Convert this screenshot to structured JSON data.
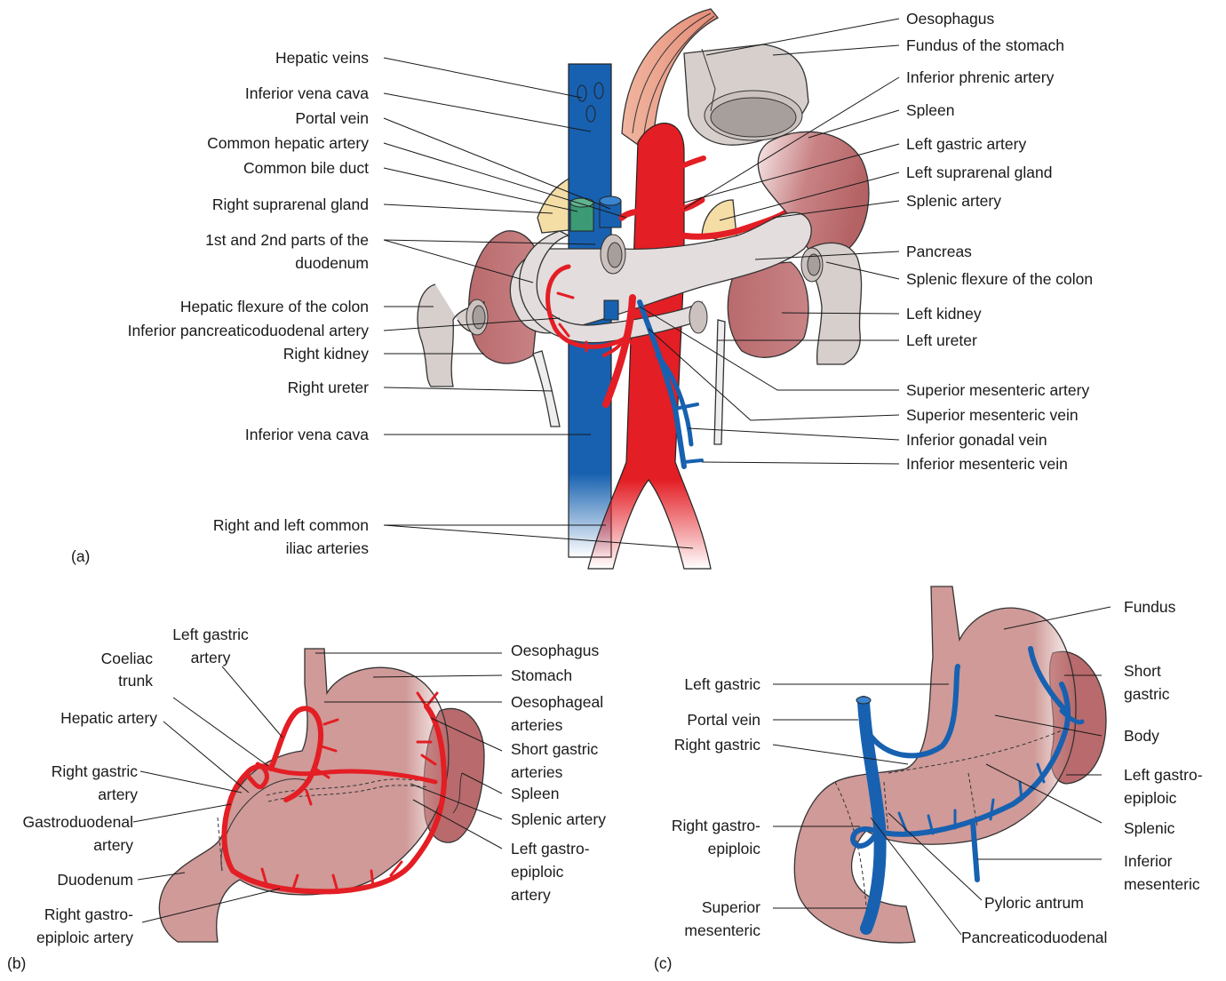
{
  "panels": {
    "a": {
      "letter": "(a)",
      "labels_left": [
        "Hepatic veins",
        "Inferior vena cava",
        "Portal vein",
        "Common hepatic artery",
        "Common bile duct",
        "Right suprarenal gland",
        "1st and 2nd parts of the",
        "duodenum",
        "Hepatic flexure of the colon",
        "Inferior pancreaticoduodenal artery",
        "Right kidney",
        "Right ureter",
        "Inferior vena cava",
        "Right and left common",
        "iliac arteries"
      ],
      "labels_right": [
        "Oesophagus",
        "Fundus of the stomach",
        "Inferior phrenic artery",
        "Spleen",
        "Left gastric artery",
        "Left suprarenal gland",
        "Splenic artery",
        "Pancreas",
        "Splenic flexure of the colon",
        "Left kidney",
        "Left ureter",
        "Superior mesenteric artery",
        "Superior mesenteric vein",
        "Inferior gonadal vein",
        "Inferior mesenteric vein"
      ]
    },
    "b": {
      "letter": "(b)",
      "labels_left": [
        "Left gastric",
        "artery",
        "Coeliac",
        "trunk",
        "Hepatic artery",
        "Right gastric",
        "artery",
        "Gastroduodenal",
        "artery",
        "Duodenum",
        "Right gastro-",
        "epiploic artery"
      ],
      "labels_right": [
        "Oesophagus",
        "Stomach",
        "Oesophageal",
        "arteries",
        "Short gastric",
        "arteries",
        "Spleen",
        "Splenic artery",
        "Left gastro-",
        "epiploic",
        "artery"
      ]
    },
    "c": {
      "letter": "(c)",
      "labels_left": [
        "Left gastric",
        "Portal vein",
        "Right gastric",
        "Right gastro-",
        "epiploic",
        "Superior",
        "mesenteric"
      ],
      "labels_right": [
        "Fundus",
        "Short",
        "gastric",
        "Body",
        "Left gastro-",
        "epiploic",
        "Splenic",
        "Inferior",
        "mesenteric"
      ],
      "labels_bottom": [
        "Pyloric antrum",
        "Pancreaticoduodenal"
      ]
    }
  },
  "colors": {
    "artery": "#e31e24",
    "vein": "#1761b0",
    "organ_pink": "#cf9a98",
    "kidney": "#b96a6c",
    "pancreas": "#e3dddd",
    "fundus_grey": "#d6cfcc",
    "bile_duct": "#3c9a74",
    "suprarenal": "#f5dea6",
    "oesophagus": "#f0b59f"
  }
}
